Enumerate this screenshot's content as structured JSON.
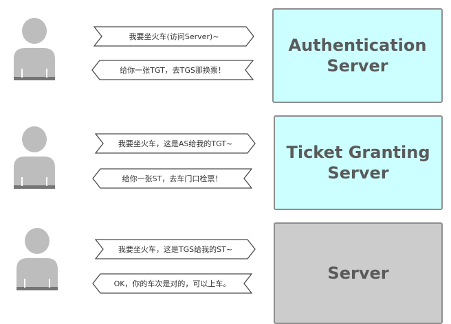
{
  "colors": {
    "person": "#bdbdbd",
    "person_shadow": "#757575",
    "as_fill": "#ccffff",
    "tgs_fill": "#ccffff",
    "server_fill": "#cccccc",
    "arrow_stroke": "#4a4a4a",
    "title_text": "#5a5a5a"
  },
  "rows": [
    {
      "request": "我要坐火车(访问Server)~",
      "response": "给你一张TGT，去TGS那换票！",
      "server": "Authentication\nServer"
    },
    {
      "request": "我要坐火车，这是AS给我的TGT~",
      "response": "给你一张ST，去车门口检票！",
      "server": "Ticket Granting\nServer"
    },
    {
      "request": "我要坐火车，这是TGS给我的ST~",
      "response": "OK，你的车次是对的，可以上车。",
      "server": "Server"
    }
  ]
}
